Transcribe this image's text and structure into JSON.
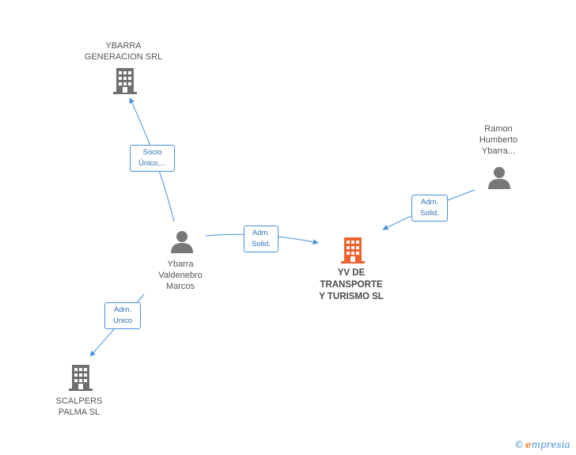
{
  "nodes": {
    "ybarra_generacion": {
      "label": "YBARRA\nGENERACION SRL"
    },
    "ybarra_valdenebro": {
      "label": "Ybarra\nValdenebro\nMarcos"
    },
    "ramon_ybarra": {
      "label": "Ramon\nHumberto\nYbarra..."
    },
    "yv_transporte": {
      "label": "YV DE\nTRANSPORTE\nY TURISMO  SL"
    },
    "scalpers": {
      "label": "SCALPERS\nPALMA SL"
    }
  },
  "edges": {
    "socio_unico": {
      "label": "Socio\nÚnico,..."
    },
    "adm_solid_center": {
      "label": "Adm.\nSolid."
    },
    "adm_solid_right": {
      "label": "Adm.\nSolid."
    },
    "adm_unico": {
      "label": "Adm.\nUnico"
    }
  },
  "brand": {
    "copyright": "©",
    "initial": "e",
    "name": "mpresia"
  },
  "colors": {
    "edge": "#4a90d9",
    "building_gray": "#6f6f6f",
    "building_focus": "#f0622d",
    "person_gray": "#777777"
  }
}
